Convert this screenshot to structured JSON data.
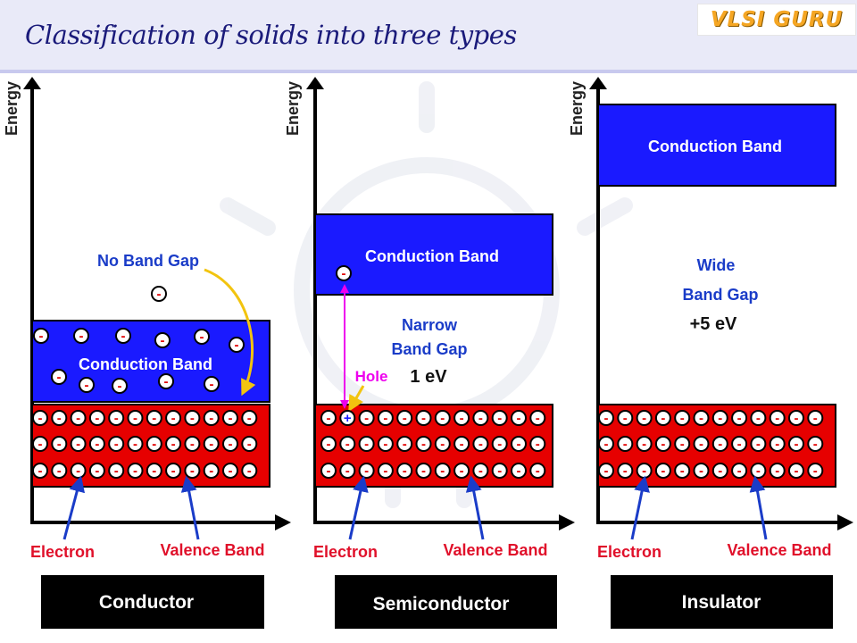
{
  "slide_title": "Classification of solids into three types",
  "logo_text": "VLSI GURU",
  "axis_label": "Energy",
  "colors": {
    "conduction": "#1a1aff",
    "valence": "#e60000",
    "blue_text": "#1a3cc8",
    "red_text": "#e0102a",
    "hole": "#ee00ee",
    "arrow_yellow": "#f2c40f"
  },
  "conductor": {
    "name": "Conductor",
    "conduction_band": "Conduction Band",
    "gap_label": "No Band Gap",
    "electron_label": "Electron",
    "valence_label": "Valence Band"
  },
  "semiconductor": {
    "name": "Semiconductor",
    "conduction_band": "Conduction Band",
    "gap_line1": "Narrow",
    "gap_line2": "Band Gap",
    "gap_value": "1 eV",
    "hole_label": "Hole",
    "electron_label": "Electron",
    "valence_label": "Valence Band"
  },
  "insulator": {
    "name": "Insulator",
    "conduction_band": "Conduction Band",
    "gap_line1": "Wide",
    "gap_line2": "Band Gap",
    "gap_value": "+5 eV",
    "electron_label": "Electron",
    "valence_label": "Valence Band"
  },
  "electron_symbol": "-",
  "hole_symbol": "+"
}
